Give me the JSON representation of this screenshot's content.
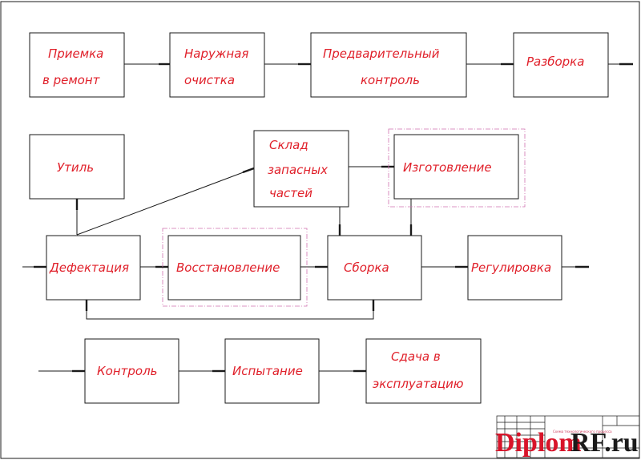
{
  "blocks": {
    "priemka": {
      "lines": [
        "Приемка",
        "в ремонт"
      ]
    },
    "naruzhnaya": {
      "lines": [
        "Наружная",
        "очистка"
      ]
    },
    "predvaritelny": {
      "lines": [
        "Предварительный",
        "контроль"
      ]
    },
    "razborka": {
      "lines": [
        "Разборка"
      ]
    },
    "util": {
      "lines": [
        "Утиль"
      ]
    },
    "sklad": {
      "lines": [
        "Склад",
        "запасных",
        "частей"
      ]
    },
    "izgotovlenie": {
      "lines": [
        "Изготовление"
      ]
    },
    "defektatsiya": {
      "lines": [
        "Дефектация"
      ]
    },
    "vosstanovlenie": {
      "lines": [
        "Восстановление"
      ]
    },
    "sborka": {
      "lines": [
        "Сборка"
      ]
    },
    "regulirovka": {
      "lines": [
        "Регулировка"
      ]
    },
    "kontrol": {
      "lines": [
        "Контроль"
      ]
    },
    "ispytanie": {
      "lines": [
        "Испытание"
      ]
    },
    "sdacha": {
      "lines": [
        "Сдача в",
        "эксплуатацию"
      ]
    }
  },
  "title_block": {
    "caption": "Схема технологического процесса"
  },
  "watermark": {
    "part1": "Diplom",
    "part2": "RF.ru"
  },
  "colors": {
    "text": "#e0202a",
    "line": "#1a1a1a",
    "dashed": "#d070b0"
  }
}
